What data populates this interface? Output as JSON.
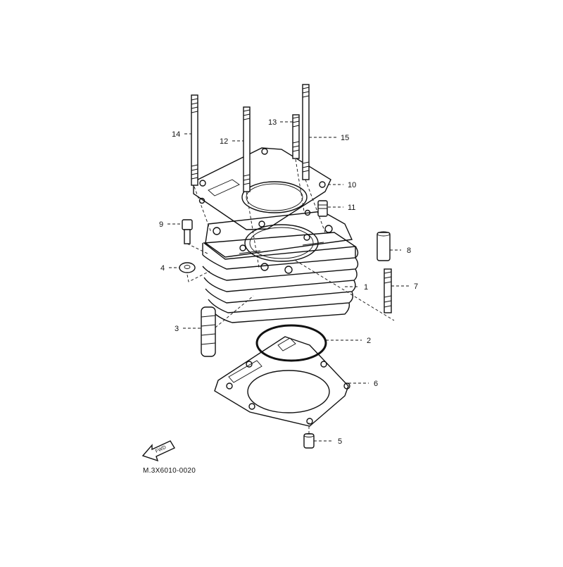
{
  "diagram": {
    "part_numbers": [
      "14",
      "12",
      "13",
      "15",
      "10",
      "11",
      "9",
      "4",
      "8",
      "1",
      "7",
      "3",
      "2",
      "6",
      "5"
    ],
    "fwd_badge": "FWD",
    "figure_code": "M.3X6010-0020"
  }
}
